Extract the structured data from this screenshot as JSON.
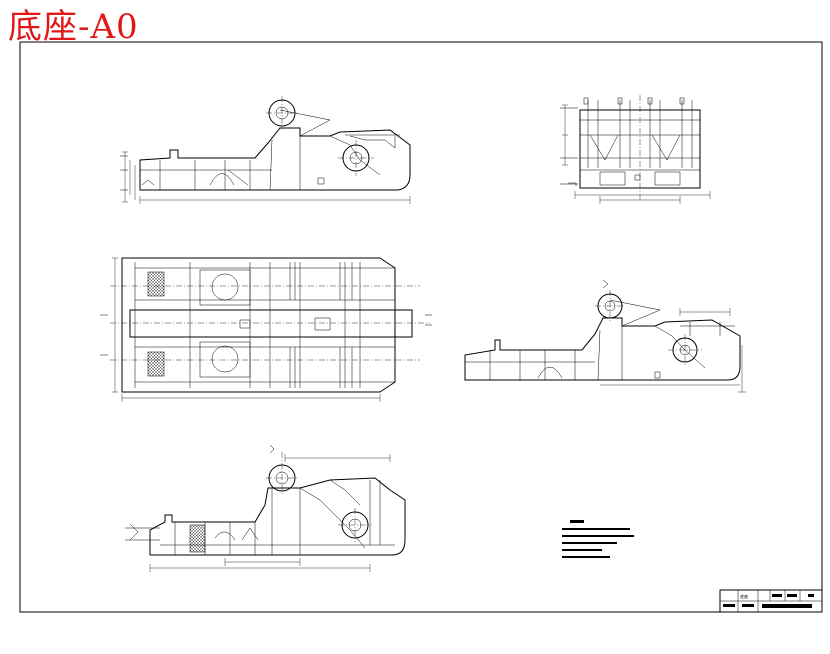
{
  "title": "底座-A0",
  "drawing": {
    "views": [
      {
        "name": "side-elevation"
      },
      {
        "name": "end-view"
      },
      {
        "name": "plan-view"
      },
      {
        "name": "side-section-right"
      },
      {
        "name": "side-section-bottom"
      }
    ],
    "title_block": {
      "drawing_name": "底座"
    },
    "colors": {
      "title": "#e01818",
      "lines": "#000000",
      "paper": "#ffffff"
    }
  }
}
